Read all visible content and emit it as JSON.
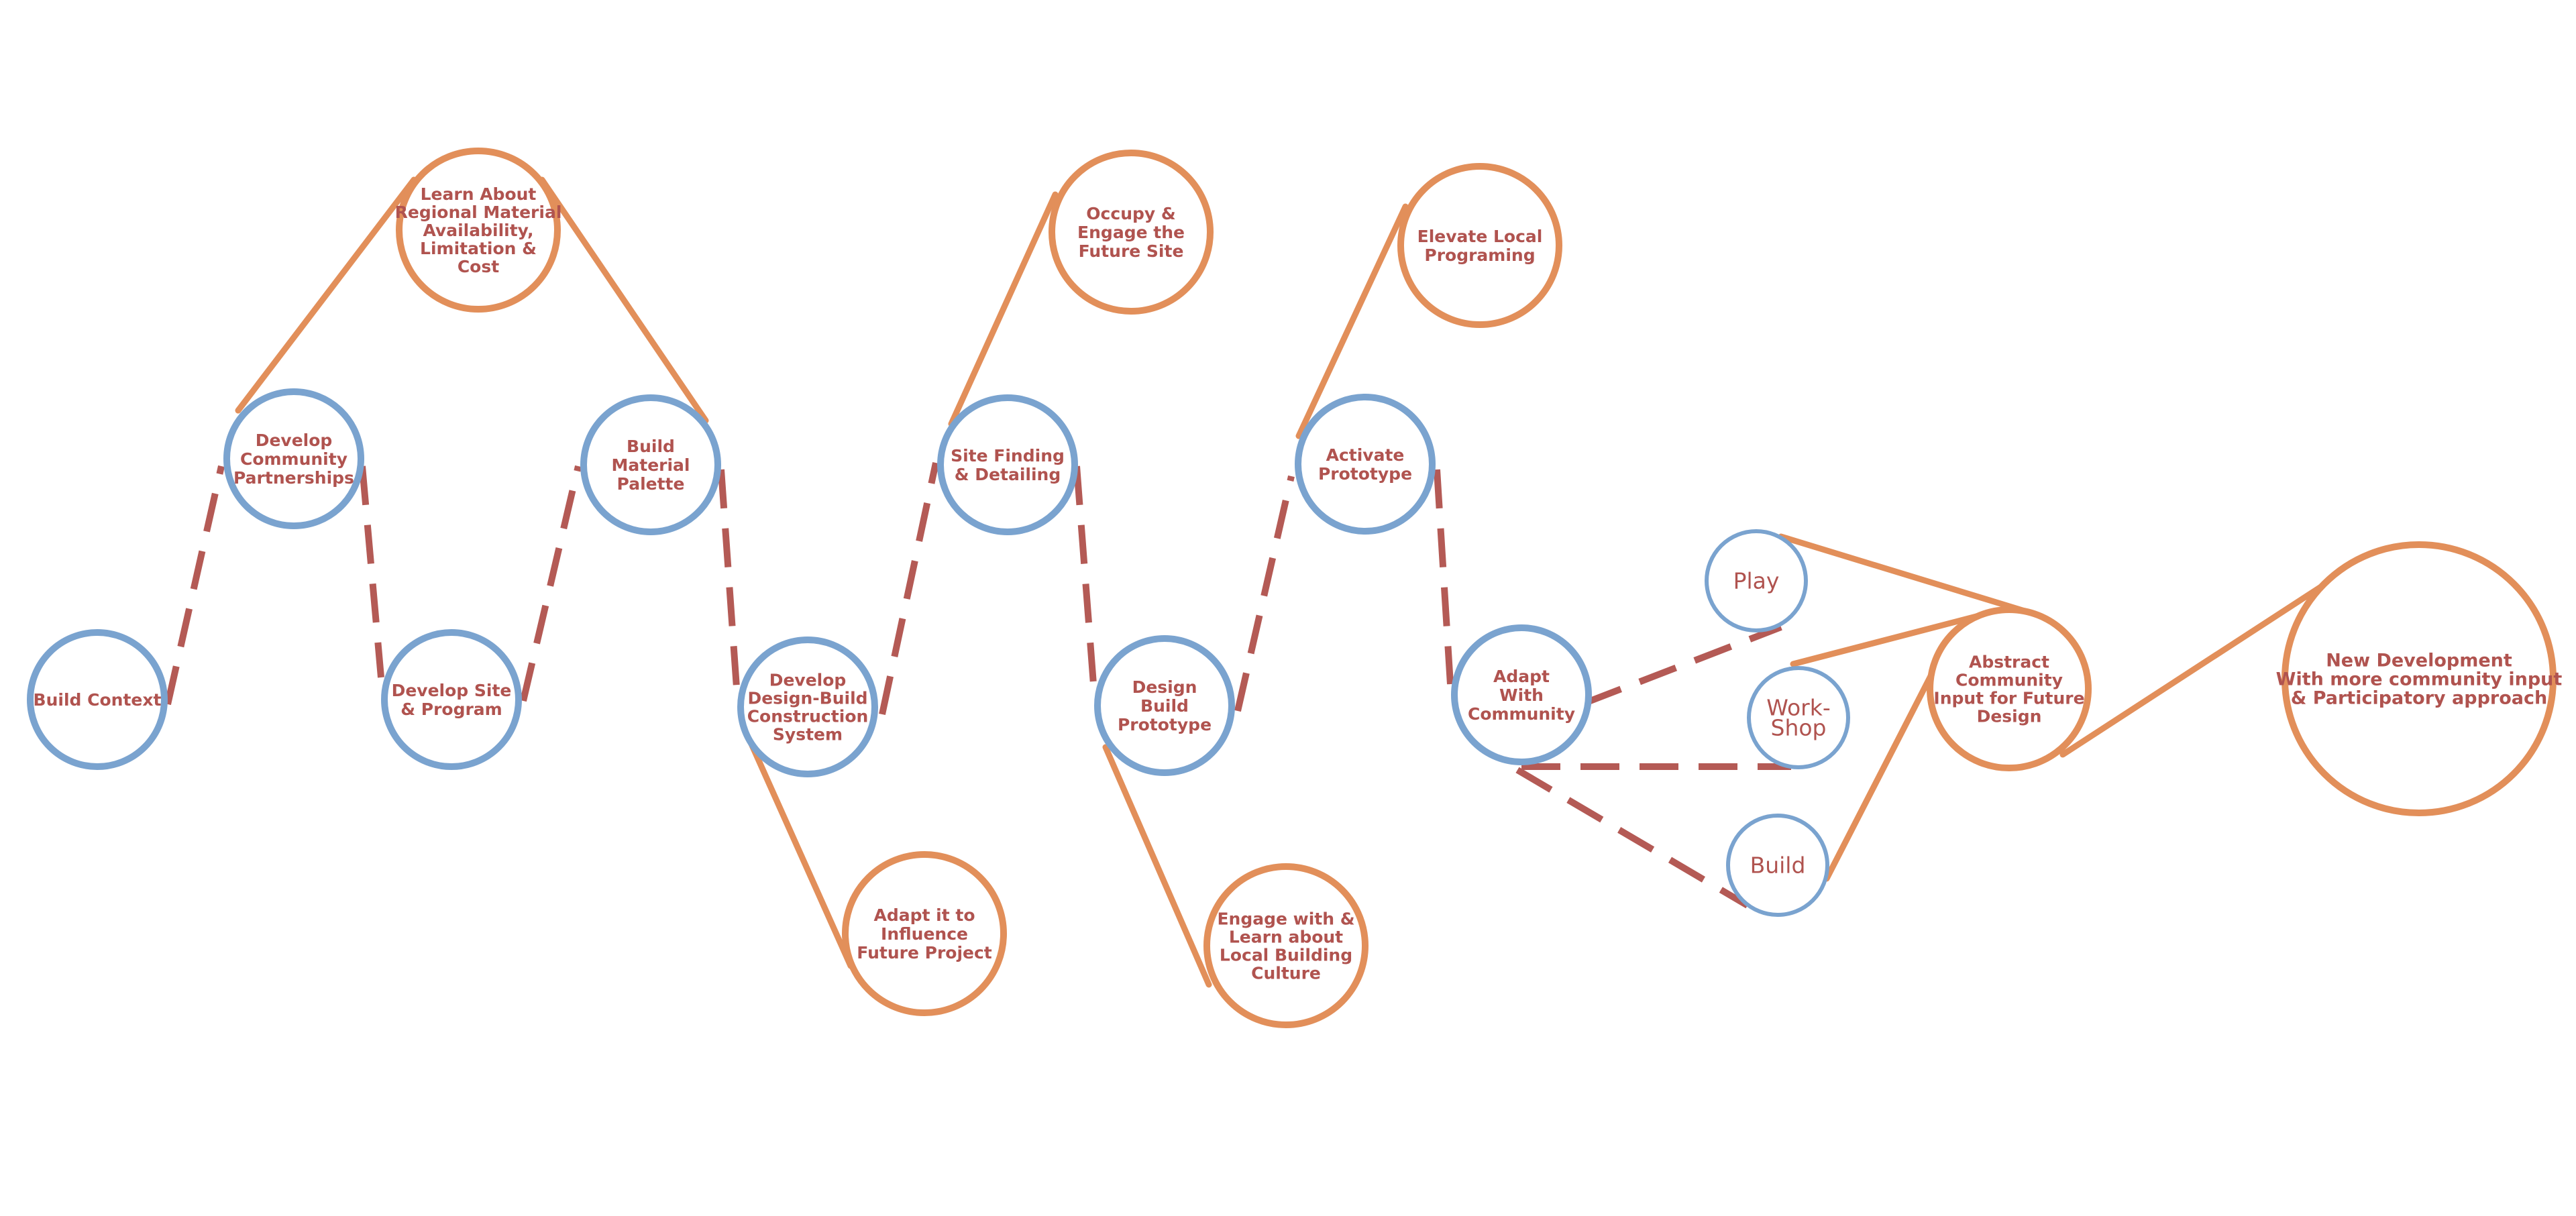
{
  "colors": {
    "blue": "#7aa3cf",
    "orange": "#e28f5a",
    "dash": "#b45a55",
    "text": "#b0534f"
  },
  "nodes": [
    {
      "id": "build-context",
      "lines": [
        "Build Context"
      ],
      "kind": "blue"
    },
    {
      "id": "develop-community-partnerships",
      "lines": [
        "Develop",
        "Community",
        "Partnerships"
      ],
      "kind": "blue"
    },
    {
      "id": "learn-about-regional-material",
      "lines": [
        "Learn About",
        "Regional Material",
        "Availability,",
        "Limitation &",
        "Cost"
      ],
      "kind": "orange"
    },
    {
      "id": "develop-site-program",
      "lines": [
        "Develop Site",
        "& Program"
      ],
      "kind": "blue"
    },
    {
      "id": "build-material-palette",
      "lines": [
        "Build",
        "Material",
        "Palette"
      ],
      "kind": "blue"
    },
    {
      "id": "develop-design-build-system",
      "lines": [
        "Develop",
        "Design-Build",
        "Construction",
        "System"
      ],
      "kind": "blue"
    },
    {
      "id": "adapt-influence-future",
      "lines": [
        "Adapt it to",
        "Influence",
        "Future Project"
      ],
      "kind": "orange"
    },
    {
      "id": "site-finding-detailing",
      "lines": [
        "Site Finding",
        "& Detailing"
      ],
      "kind": "blue"
    },
    {
      "id": "occupy-engage-future-site",
      "lines": [
        "Occupy &",
        "Engage the",
        "Future Site"
      ],
      "kind": "orange"
    },
    {
      "id": "design-build-prototype",
      "lines": [
        "Design",
        "Build",
        "Prototype"
      ],
      "kind": "blue"
    },
    {
      "id": "engage-learn-building-culture",
      "lines": [
        "Engage with &",
        "Learn about",
        "Local Building",
        "Culture"
      ],
      "kind": "orange"
    },
    {
      "id": "activate-prototype",
      "lines": [
        "Activate",
        "Prototype"
      ],
      "kind": "blue"
    },
    {
      "id": "elevate-local-programing",
      "lines": [
        "Elevate Local",
        "Programing"
      ],
      "kind": "orange"
    },
    {
      "id": "adapt-with-community",
      "lines": [
        "Adapt",
        "With",
        "Community"
      ],
      "kind": "blue"
    },
    {
      "id": "play",
      "lines": [
        "Play"
      ],
      "kind": "blue-small"
    },
    {
      "id": "work-shop",
      "lines": [
        "Work-",
        "Shop"
      ],
      "kind": "blue-small"
    },
    {
      "id": "build",
      "lines": [
        "Build"
      ],
      "kind": "blue-small"
    },
    {
      "id": "abstract-community-input",
      "lines": [
        "Abstract",
        "Community",
        "Input for Future",
        "Design"
      ],
      "kind": "orange"
    },
    {
      "id": "new-development",
      "lines": [
        "New Development",
        "With more community input",
        "& Participatory approach"
      ],
      "kind": "orange"
    }
  ]
}
